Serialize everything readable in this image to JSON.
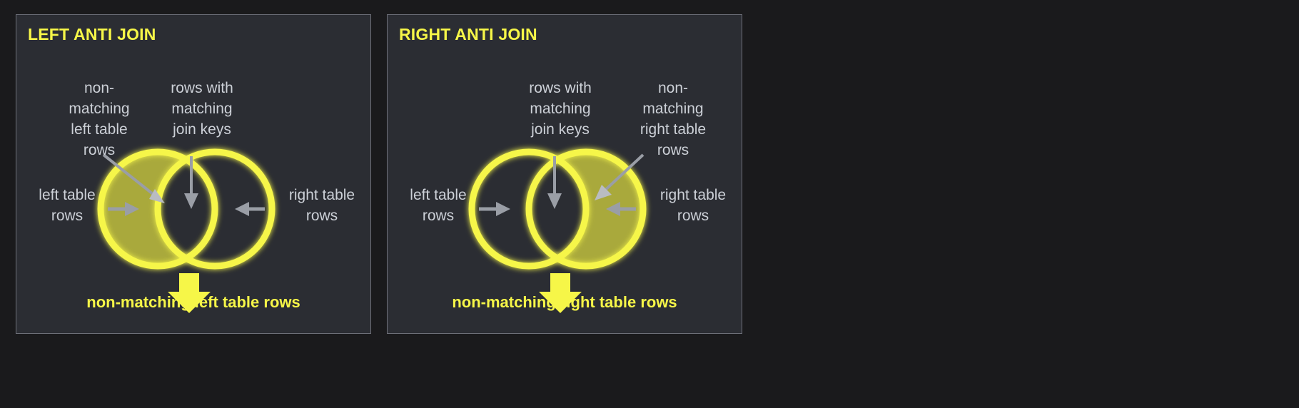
{
  "page": {
    "background_color": "#1a1a1c",
    "panel_background": "#2b2d33",
    "panel_border_color": "#6e7079",
    "accent_yellow": "#f6f648",
    "venn_fill_olive": "#a9a93c",
    "annotation_gray": "#ccd0d7",
    "arrow_gray": "#9a9ea6"
  },
  "panels": [
    {
      "title": "LEFT ANTI JOIN",
      "annotations": {
        "non_matching": "non-\nmatching\nleft table\nrows",
        "matching_keys": "rows with\nmatching\njoin keys",
        "left_side": "left table\nrows",
        "right_side": "right table\nrows"
      },
      "caption": "non-matching left table rows",
      "highlighted_region": "left-circle-only"
    },
    {
      "title": "RIGHT ANTI JOIN",
      "annotations": {
        "matching_keys": "rows with\nmatching\njoin keys",
        "non_matching": "non-\nmatching\nright table\nrows",
        "left_side": "left table\nrows",
        "right_side": "right table\nrows"
      },
      "caption": "non-matching right table rows",
      "highlighted_region": "right-circle-only"
    }
  ]
}
